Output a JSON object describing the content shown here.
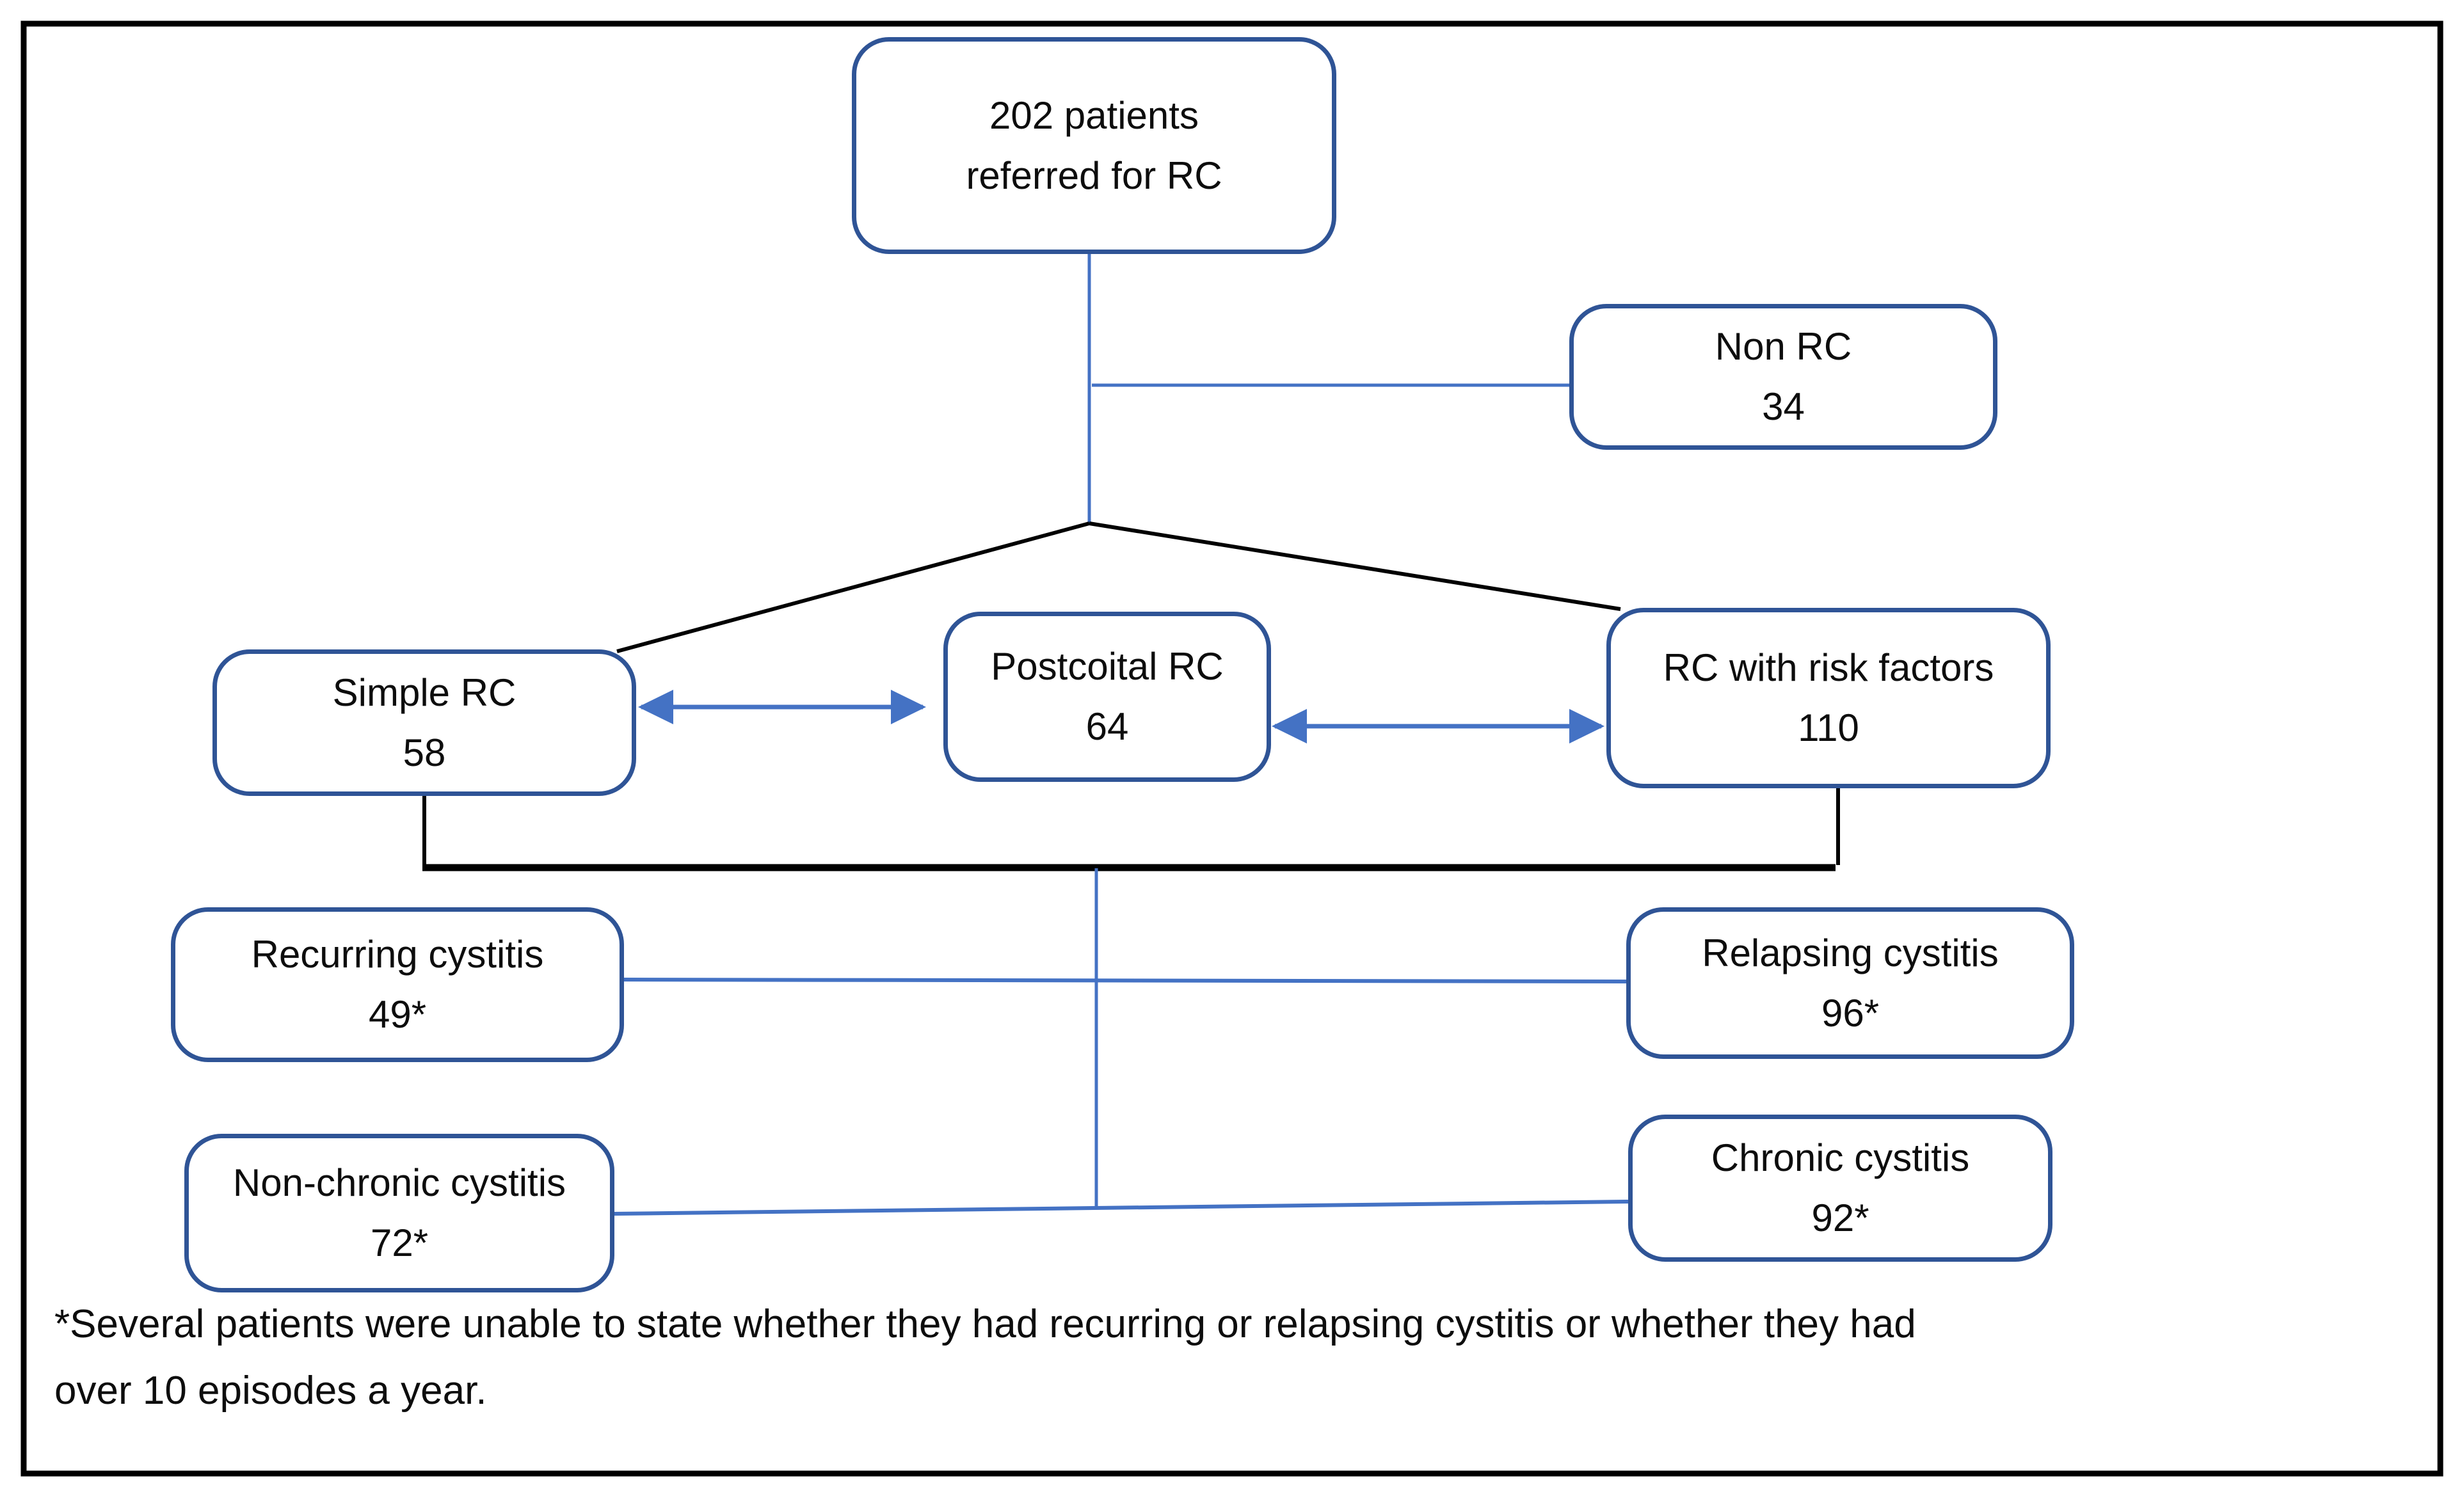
{
  "diagram": {
    "nodes": {
      "referred": {
        "line1": "202 patients",
        "line2": "referred for RC"
      },
      "non_rc": {
        "line1": "Non RC",
        "line2": "34"
      },
      "simple": {
        "line1": "Simple RC",
        "line2": "58"
      },
      "postcoital": {
        "line1": "Postcoital RC",
        "line2": "64"
      },
      "risk": {
        "line1": "RC with risk factors",
        "line2": "110"
      },
      "recurring": {
        "line1": "Recurring cystitis",
        "line2": "49*"
      },
      "relapsing": {
        "line1": "Relapsing cystitis",
        "line2": "96*"
      },
      "nonchronic": {
        "line1": "Non-chronic cystitis",
        "line2": "72*"
      },
      "chronic": {
        "line1": "Chronic cystitis",
        "line2": "92*"
      }
    },
    "footnote": {
      "line1": "*Several patients were unable to state whether they had recurring or relapsing cystitis or whether they had",
      "line2": "over 10 episodes a year."
    },
    "colors": {
      "node_border": "#2f5496",
      "connector_blue": "#4472c4",
      "structure_black": "#000000"
    }
  }
}
